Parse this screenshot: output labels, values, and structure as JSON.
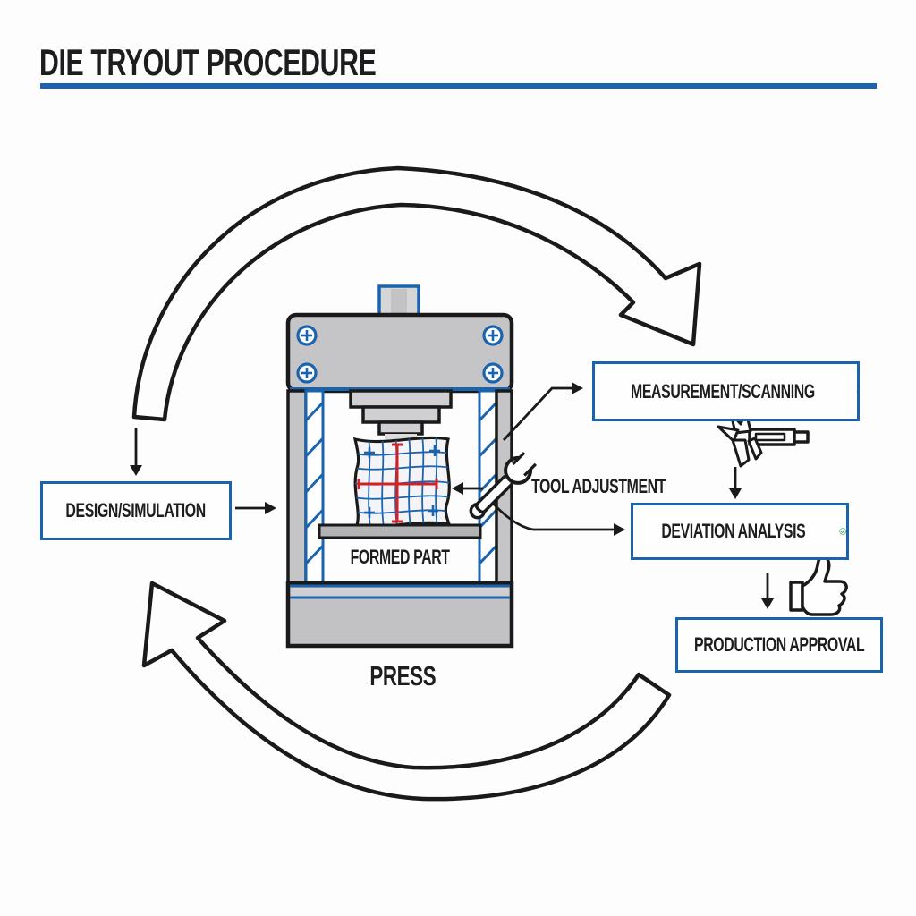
{
  "title": "DIE TRYOUT PROCEDURE",
  "colors": {
    "accent_blue": "#1b64ad",
    "success_green": "#2fad4f",
    "marker_red": "#d22027",
    "outline_black": "#1a1a1a",
    "machine_gray": "#c5c5c7"
  },
  "nodes": {
    "design_simulation": {
      "label": "DESIGN/SIMULATION"
    },
    "measurement_scanning": {
      "label": "MEASUREMENT/SCANNING",
      "icon": "scanner-icon"
    },
    "deviation_analysis": {
      "label": "DEVIATION ANALYSIS",
      "icon": "check-circle-icon"
    },
    "production_approval": {
      "label": "PRODUCTION APPROVAL"
    },
    "tool_adjustment": {
      "label": "TOOL ADJUSTMENT",
      "icon": "wrench-icon"
    }
  },
  "press": {
    "machine_label": "PRESS",
    "part_label": "FORMED PART"
  },
  "icons": [
    "scanner-icon",
    "caliper-icon",
    "wrench-icon",
    "thumbs-up-icon",
    "check-circle-icon"
  ]
}
